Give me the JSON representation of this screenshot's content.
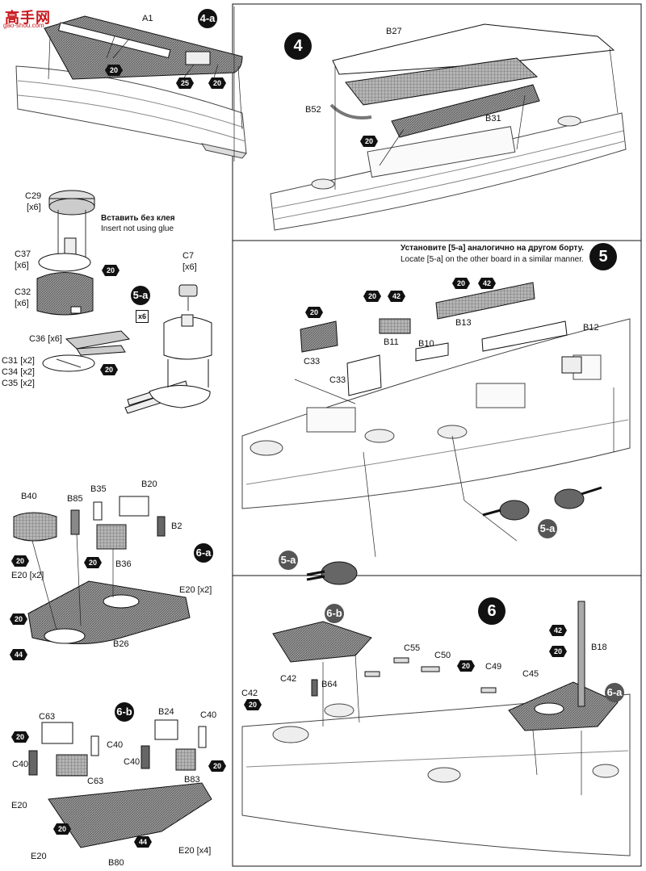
{
  "watermark": {
    "brand": "高手网",
    "site": "gao-shou.com"
  },
  "steps": {
    "s4a": "4-a",
    "s4": "4",
    "s5": "5",
    "s5a": "5-a",
    "s5a_ref": "5-a",
    "s6": "6",
    "s6a": "6-a",
    "s6a_ref": "6-a",
    "s6b": "6-b",
    "s6b_ref": "6-b"
  },
  "multiplier": "x6",
  "notes": {
    "glue_ru": "Вставить без клея",
    "glue_en": "Insert not using glue",
    "board_ru": "Установите [5-а] аналогично на другом борту.",
    "board_en": "Locate [5-a] on the other board in a similar manner."
  },
  "badges": {
    "n20": "20",
    "n25": "25",
    "n42": "42",
    "n44": "44"
  },
  "parts": {
    "A1": "A1",
    "B27": "B27",
    "B52": "B52",
    "B31": "B31",
    "C29": "C29",
    "C29q": "[x6]",
    "C37": "C37",
    "C37q": "[x6]",
    "C32": "C32",
    "C32q": "[x6]",
    "C7": "C7",
    "C7q": "[x6]",
    "C36": "C36 [x6]",
    "C31": "C31 [x2]",
    "C34": "C34 [x2]",
    "C35": "C35 [x2]",
    "B11": "B11",
    "B10": "B10",
    "B13": "B13",
    "B12": "B12",
    "C33a": "C33",
    "C33b": "C33",
    "B40": "B40",
    "B85": "B85",
    "B35": "B35",
    "B20": "B20",
    "B2": "B2",
    "B36": "B36",
    "E20a": "E20 [x2]",
    "E20b": "E20 [x2]",
    "B26": "B26",
    "C63a": "C63",
    "C40a": "C40",
    "C40b": "C40",
    "C63b": "C63",
    "B24": "B24",
    "C40c": "C40",
    "C40d": "C40",
    "B83": "B83",
    "E20c": "E20",
    "E20d": "E20",
    "B80": "B80",
    "E20e": "E20 [x4]",
    "C55": "C55",
    "C50": "C50",
    "C49": "C49",
    "C45": "C45",
    "C42a": "C42",
    "C42b": "C42",
    "B64": "B64",
    "B18": "B18"
  }
}
